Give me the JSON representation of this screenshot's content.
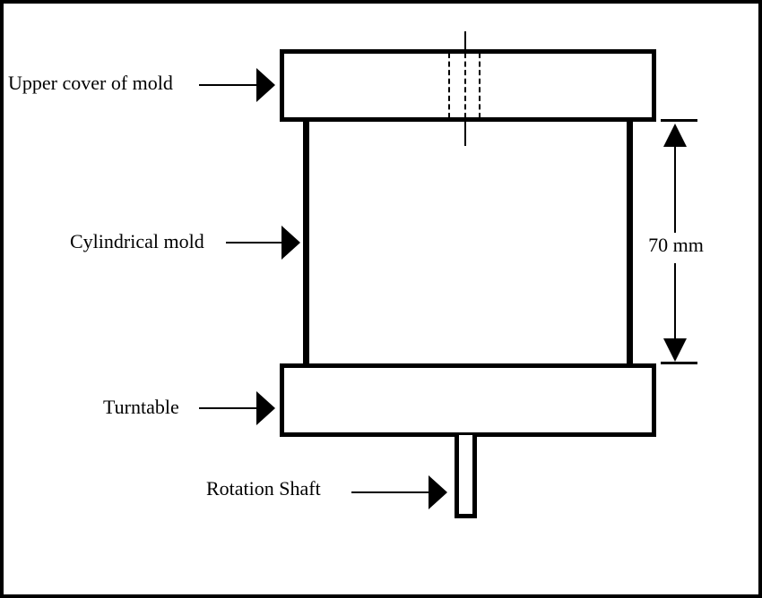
{
  "figure": {
    "colors": {
      "line": "#000000",
      "background": "#ffffff"
    },
    "labels": {
      "upper_cover": "Upper cover of mold",
      "cylindrical_mold": "Cylindrical mold",
      "turntable": "Turntable",
      "rotation_shaft": "Rotation Shaft"
    },
    "dimension": {
      "label": "70 mm"
    },
    "icons": {
      "leader_arrow": "right-arrowhead",
      "dimension_arrow_top": "up-arrowhead",
      "dimension_arrow_bottom": "down-arrowhead"
    }
  }
}
